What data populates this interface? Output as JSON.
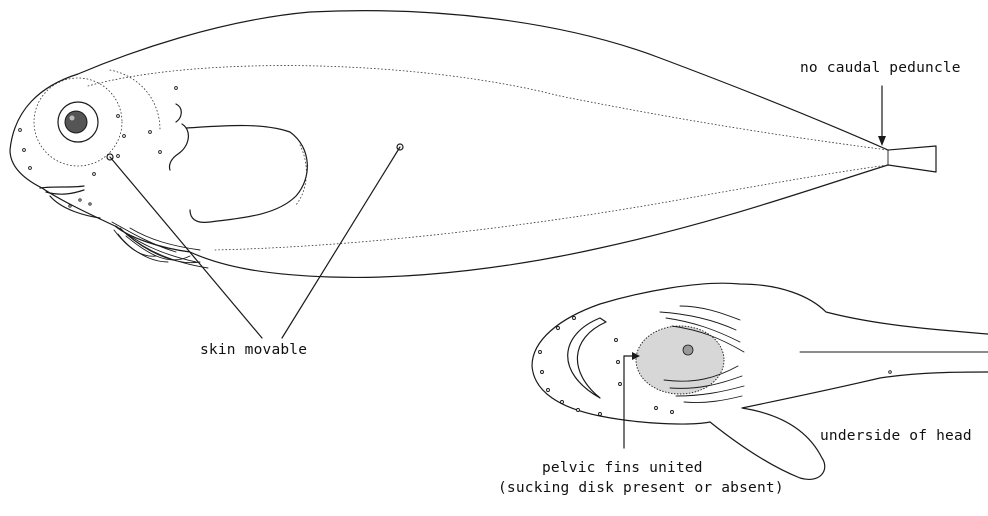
{
  "labels": {
    "caudal": "no caudal peduncle",
    "skin": "skin movable",
    "underside": "underside of head",
    "pelvic_line1": "pelvic fins united",
    "pelvic_line2": "(sucking disk present or absent)"
  },
  "colors": {
    "ink": "#1a1a1a",
    "eye_fill": "#555555",
    "background": "#ffffff"
  }
}
